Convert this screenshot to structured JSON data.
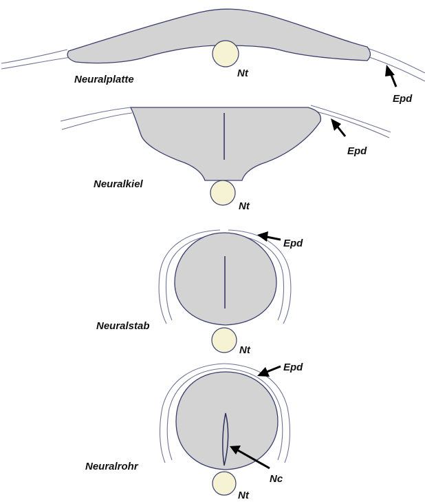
{
  "figure": {
    "stage_labels": {
      "neuralplatte": "Neuralplatte",
      "neuralkiel": "Neuralkiel",
      "neuralstab": "Neuralstab",
      "neuralrohr": "Neuralrohr"
    },
    "structure_labels": {
      "notochord": "Nt",
      "epidermis": "Epd",
      "neural_canal": "Nc"
    },
    "colors": {
      "neural_tissue": "#d3d3d3",
      "outline": "#3a3f6e",
      "epidermis_line": "#6f7396",
      "notochord_fill": "#f5f3d4",
      "arrow": "#000000"
    }
  }
}
